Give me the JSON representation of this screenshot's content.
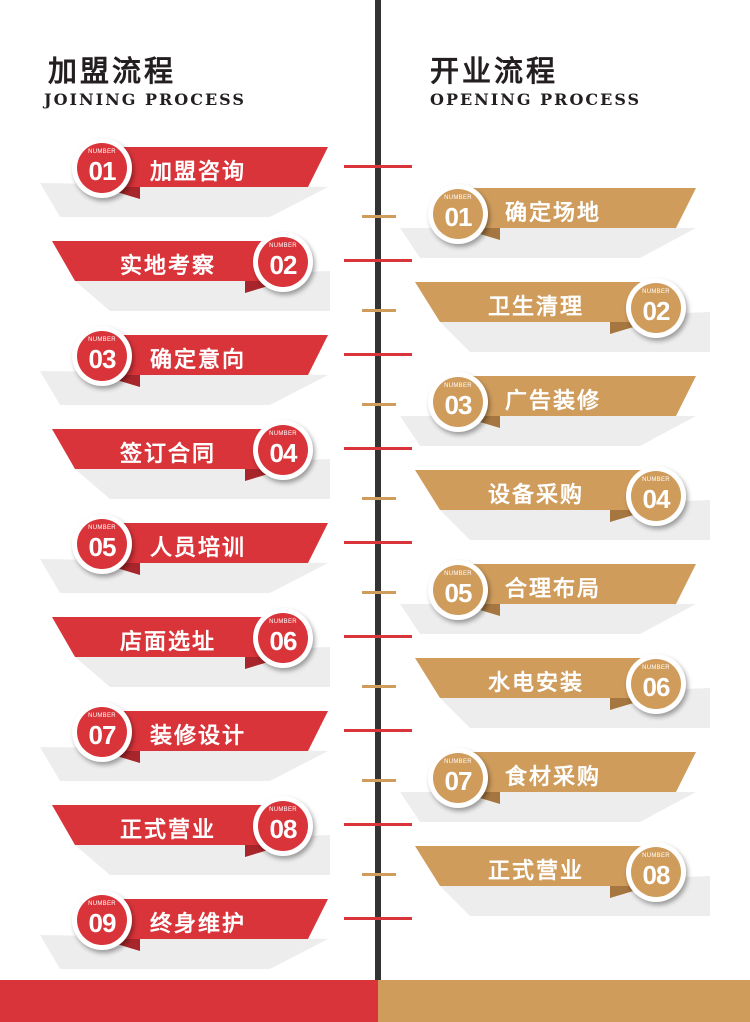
{
  "colors": {
    "red": "#d9343a",
    "red_dark": "#a8262b",
    "tan": "#cf9c5c",
    "tan_dark": "#a57640",
    "line": "#333333"
  },
  "left": {
    "title": "加盟流程",
    "subtitle": "JOINING PROCESS",
    "steps": [
      {
        "label": "加盟咨询",
        "badge_small": "NUMBER",
        "number": "01"
      },
      {
        "label": "实地考察",
        "badge_small": "NUMBER",
        "number": "02"
      },
      {
        "label": "确定意向",
        "badge_small": "NUMBER",
        "number": "03"
      },
      {
        "label": "签订合同",
        "badge_small": "NUMBER",
        "number": "04"
      },
      {
        "label": "人员培训",
        "badge_small": "NUMBER",
        "number": "05"
      },
      {
        "label": "店面选址",
        "badge_small": "NUMBER",
        "number": "06"
      },
      {
        "label": "装修设计",
        "badge_small": "NUMBER",
        "number": "07"
      },
      {
        "label": "正式营业",
        "badge_small": "NUMBER",
        "number": "08"
      },
      {
        "label": "终身维护",
        "badge_small": "NUMBER",
        "number": "09"
      }
    ]
  },
  "right": {
    "title": "开业流程",
    "subtitle": "OPENING PROCESS",
    "steps": [
      {
        "label": "确定场地",
        "badge_small": "NUMBER",
        "number": "01"
      },
      {
        "label": "卫生清理",
        "badge_small": "NUMBER",
        "number": "02"
      },
      {
        "label": "广告装修",
        "badge_small": "NUMBER",
        "number": "03"
      },
      {
        "label": "设备采购",
        "badge_small": "NUMBER",
        "number": "04"
      },
      {
        "label": "合理布局",
        "badge_small": "NUMBER",
        "number": "05"
      },
      {
        "label": "水电安装",
        "badge_small": "NUMBER",
        "number": "06"
      },
      {
        "label": "食材采购",
        "badge_small": "NUMBER",
        "number": "07"
      },
      {
        "label": "正式营业",
        "badge_small": "NUMBER",
        "number": "08"
      }
    ]
  }
}
